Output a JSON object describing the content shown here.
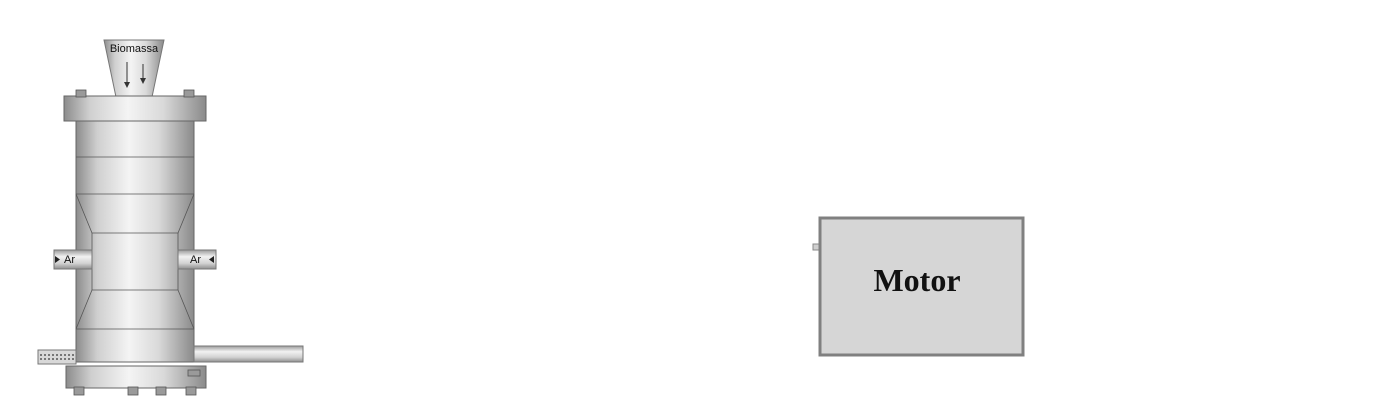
{
  "hopper": {
    "label": "Biomassa"
  },
  "air_inlet_left": {
    "label": "Ar"
  },
  "air_inlet_right": {
    "label": "Ar"
  },
  "motor": {
    "label": "Motor"
  },
  "colors": {
    "metal_light": "#f2f2f2",
    "metal_mid": "#cfcfcf",
    "metal_dark": "#8a8a8a",
    "motor_fill": "#d6d6d6",
    "motor_border": "#808080"
  }
}
